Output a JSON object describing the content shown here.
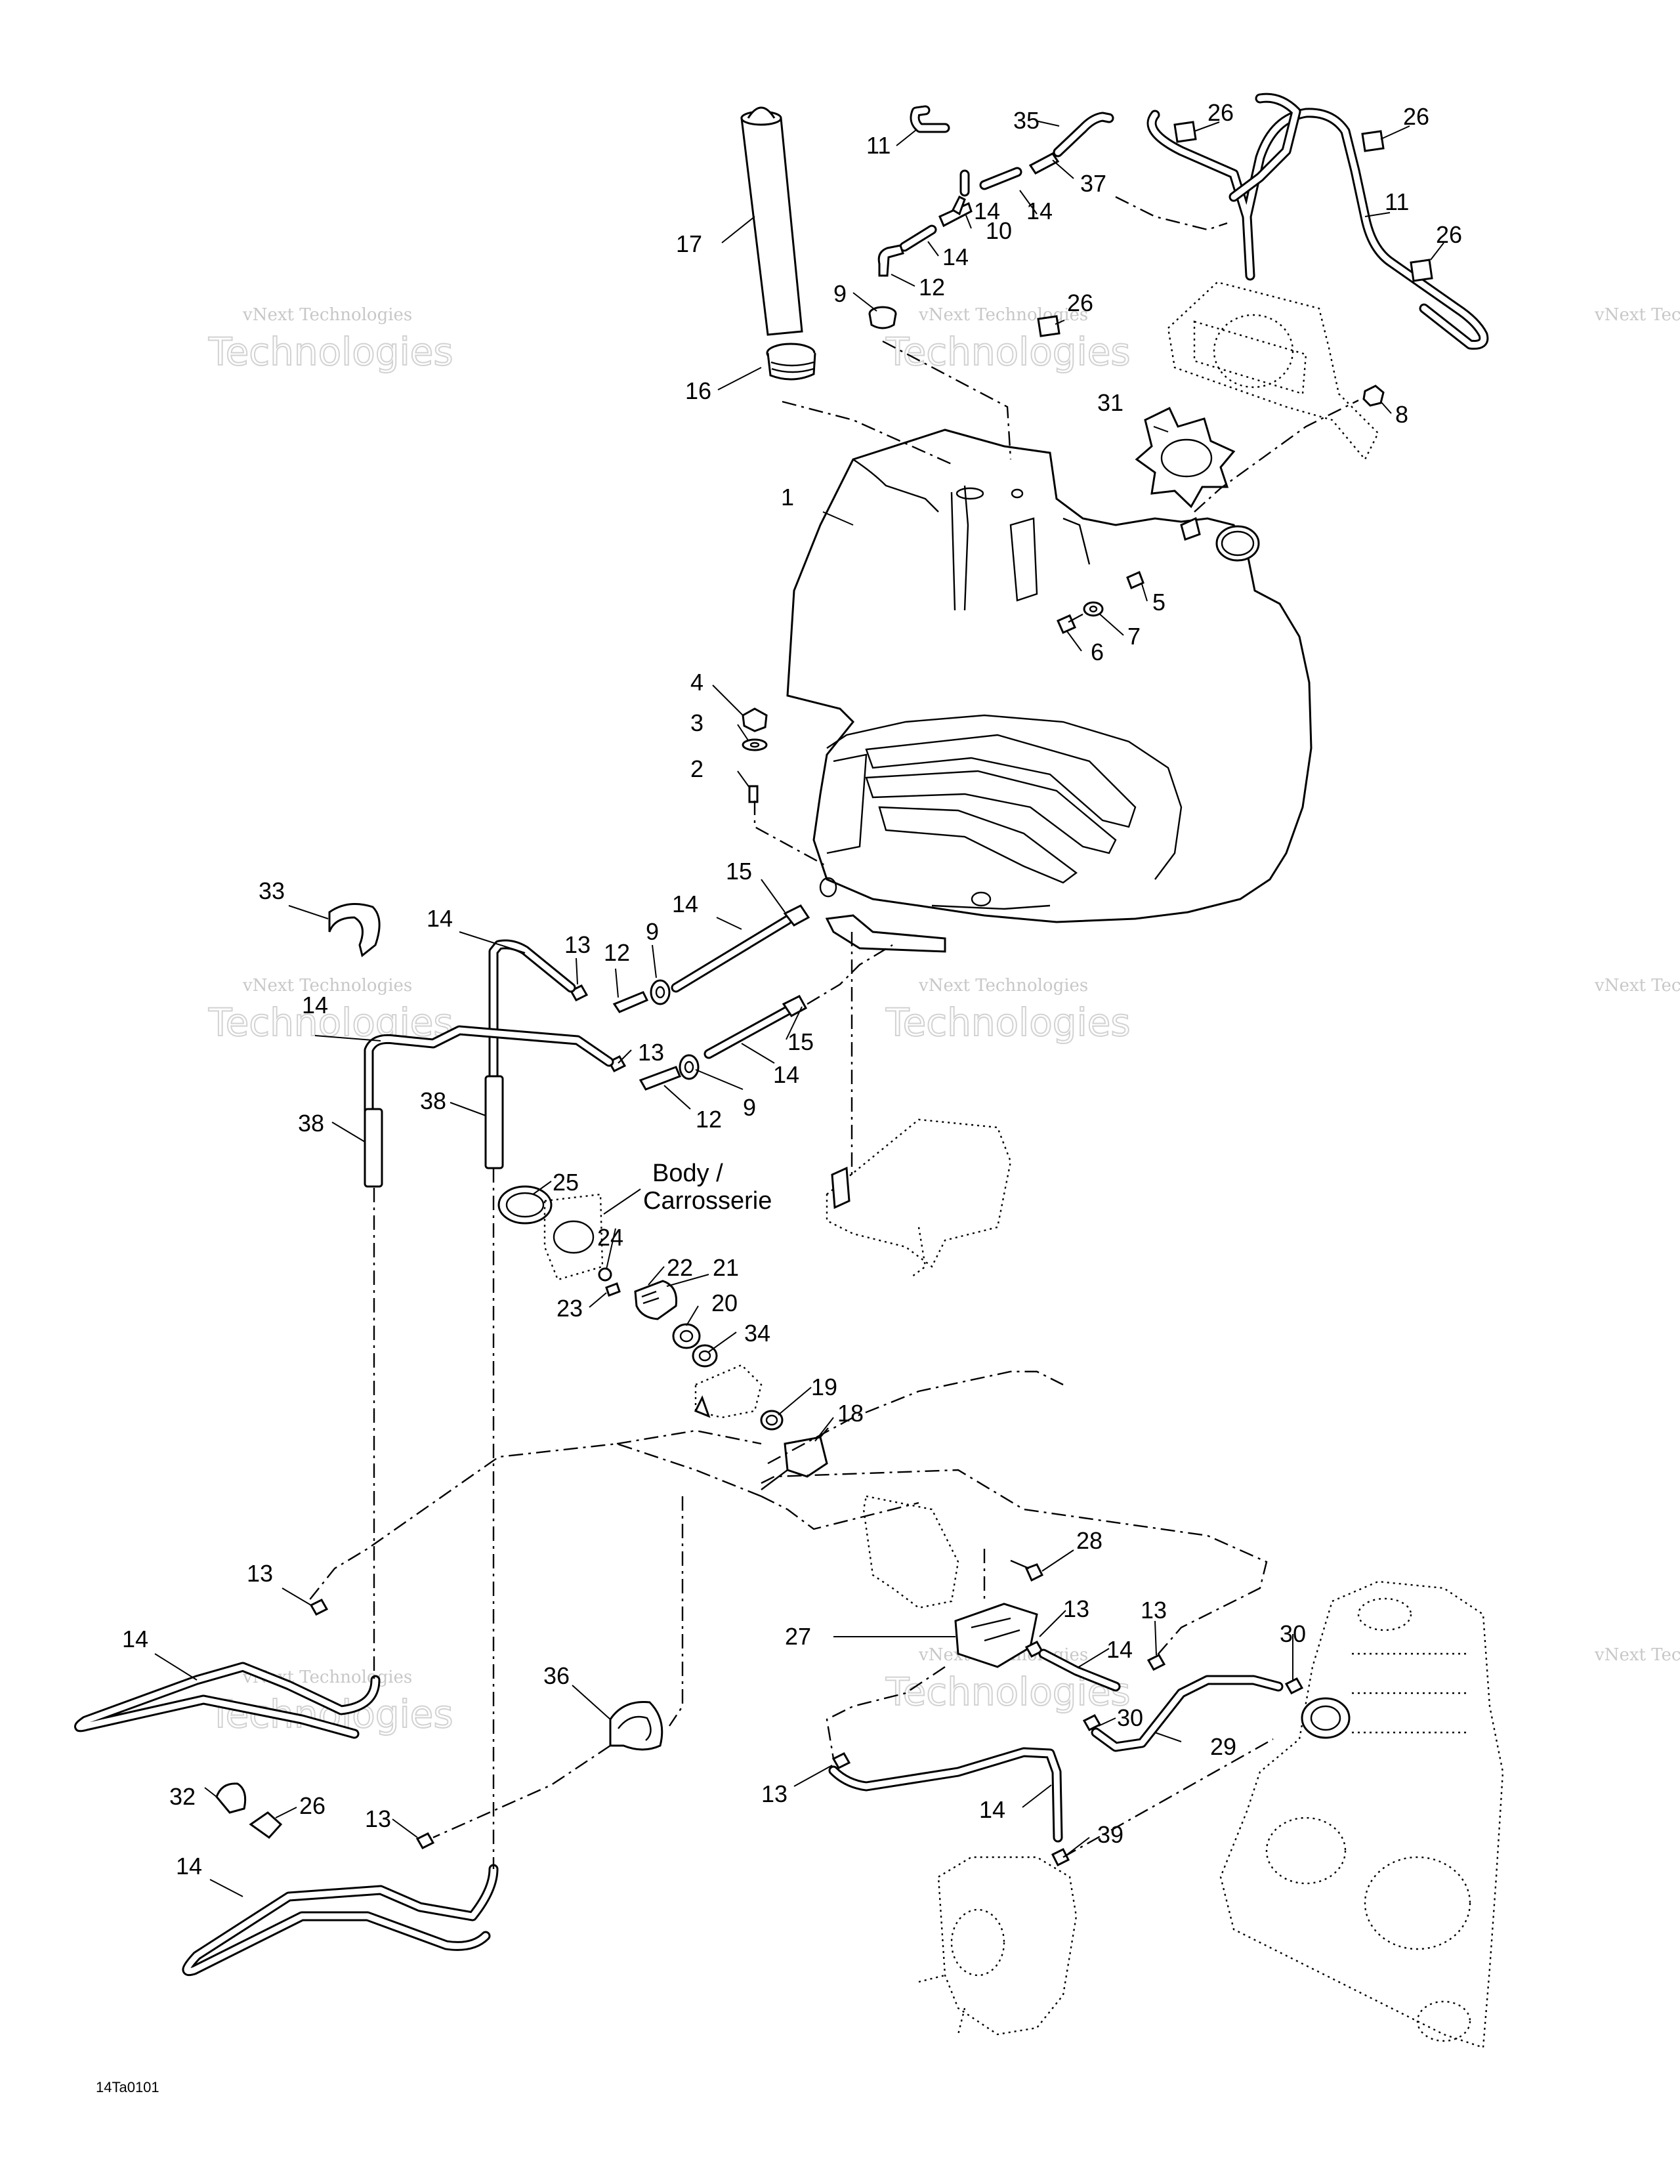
{
  "diagram": {
    "callouts": {
      "c1": "1",
      "c2": "2",
      "c3": "3",
      "c4": "4",
      "c5": "5",
      "c6": "6",
      "c7": "7",
      "c8": "8",
      "c9a": "9",
      "c9b": "9",
      "c9c": "9",
      "c10": "10",
      "c11a": "11",
      "c11b": "11",
      "c12a": "12",
      "c12b": "12",
      "c12c": "12",
      "c13a": "13",
      "c13b": "13",
      "c13c": "13",
      "c13d": "13",
      "c13e": "13",
      "c13f": "13",
      "c13g": "13",
      "c14a": "14",
      "c14b": "14",
      "c14c": "14",
      "c14d": "14",
      "c14e": "14",
      "c14f": "14",
      "c14g": "14",
      "c14h": "14",
      "c14i": "14",
      "c14j": "14",
      "c14k": "14",
      "c15a": "15",
      "c15b": "15",
      "c16": "16",
      "c17": "17",
      "c18": "18",
      "c19": "19",
      "c20": "20",
      "c21": "21",
      "c22": "22",
      "c23": "23",
      "c24": "24",
      "c25": "25",
      "c26a": "26",
      "c26b": "26",
      "c26c": "26",
      "c26d": "26",
      "c26e": "26",
      "c27": "27",
      "c28": "28",
      "c29": "29",
      "c30a": "30",
      "c30b": "30",
      "c31": "31",
      "c32": "32",
      "c33": "33",
      "c34": "34",
      "c35": "35",
      "c36": "36",
      "c37": "37",
      "c38a": "38",
      "c38b": "38",
      "c39": "39"
    },
    "body_note_line1": "Body /",
    "body_note_line2": "Carrosserie",
    "figure_id": "14Ta0101"
  },
  "watermark": {
    "line1": "vNext Technologies",
    "line2": "Technologies"
  },
  "colors": {
    "ink": "#000000",
    "paper": "#ffffff",
    "watermark": "#9a9a9a"
  }
}
